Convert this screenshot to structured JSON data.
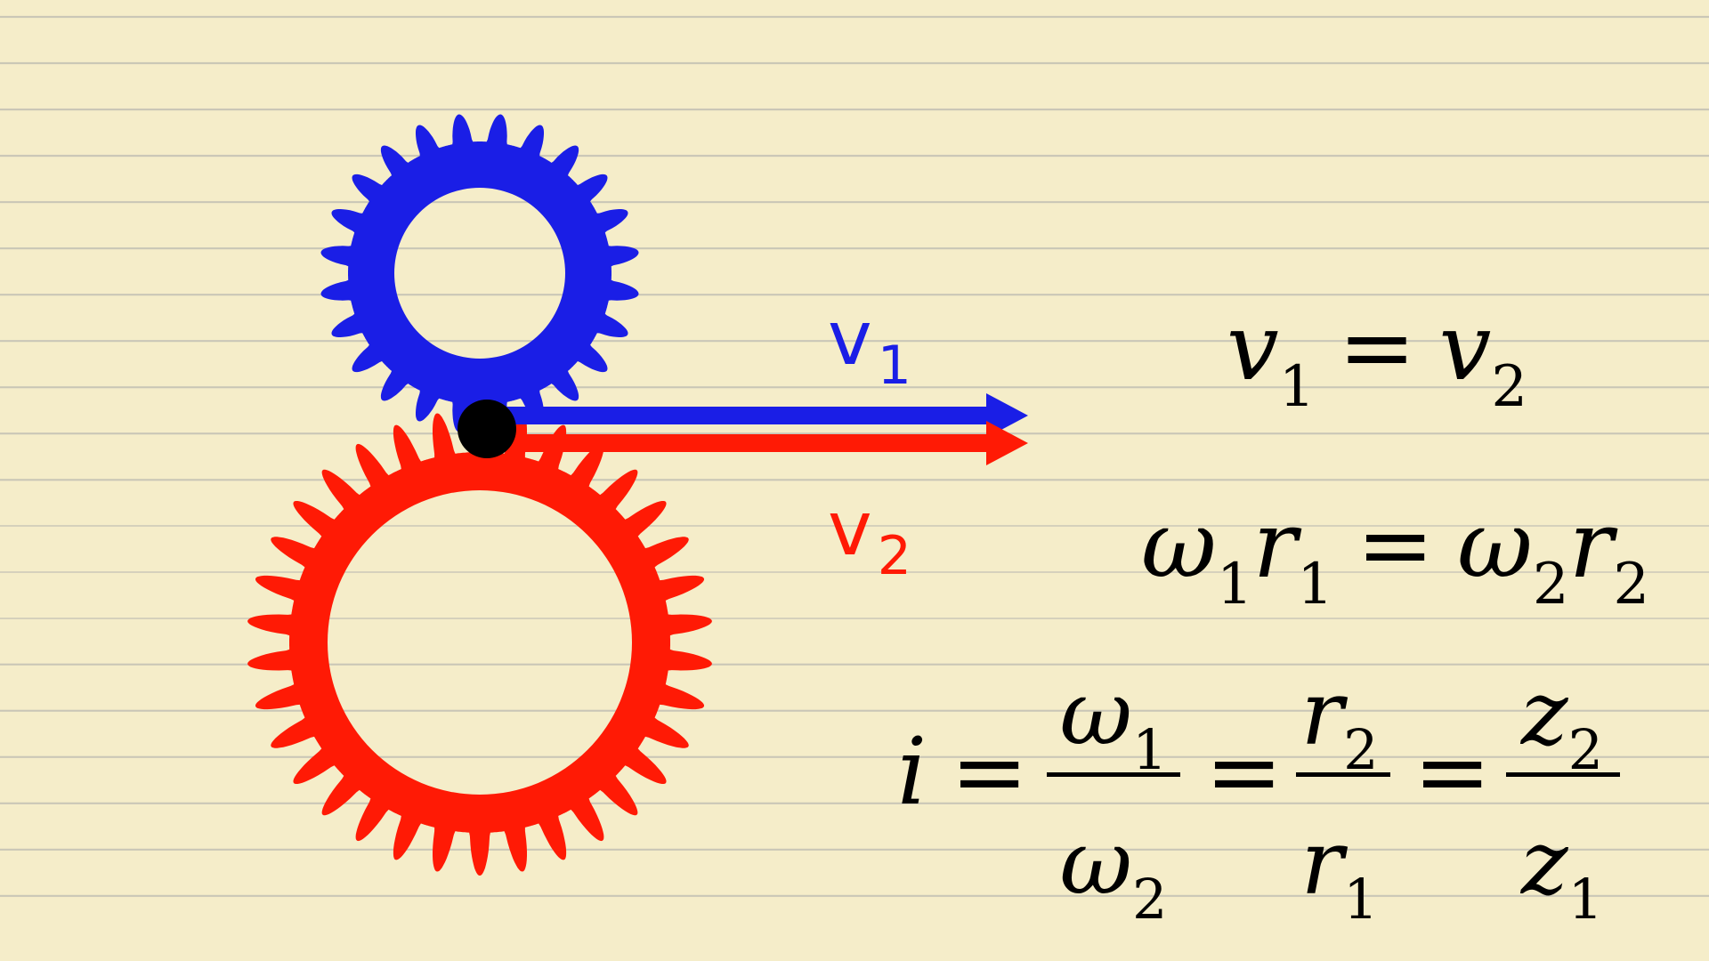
{
  "colors": {
    "background": "#f5edc9",
    "gear1": "#1a1ee6",
    "gear2": "#ff1a05",
    "contact_point": "#000000",
    "text": "#000000"
  },
  "gear1": {
    "teeth": 24
  },
  "gear2": {
    "teeth": 34
  },
  "labels": {
    "v1": {
      "base": "v",
      "sub": "1"
    },
    "v2": {
      "base": "v",
      "sub": "2"
    }
  },
  "equation1": {
    "lhs_var": "v",
    "lhs_sub": "1",
    "op": "=",
    "rhs_var": "v",
    "rhs_sub": "2"
  },
  "equation2": {
    "a_var": "ω",
    "a_sub": "1",
    "b_var": "r",
    "b_sub": "1",
    "op": "=",
    "c_var": "ω",
    "c_sub": "2",
    "d_var": "r",
    "d_sub": "2"
  },
  "equation3": {
    "lhs": "i",
    "op": "=",
    "f1": {
      "num_var": "ω",
      "num_sub": "1",
      "den_var": "ω",
      "den_sub": "2"
    },
    "f2": {
      "num_var": "r",
      "num_sub": "2",
      "den_var": "r",
      "den_sub": "1"
    },
    "f3": {
      "num_var": "z",
      "num_sub": "2",
      "den_var": "z",
      "den_sub": "1"
    }
  }
}
